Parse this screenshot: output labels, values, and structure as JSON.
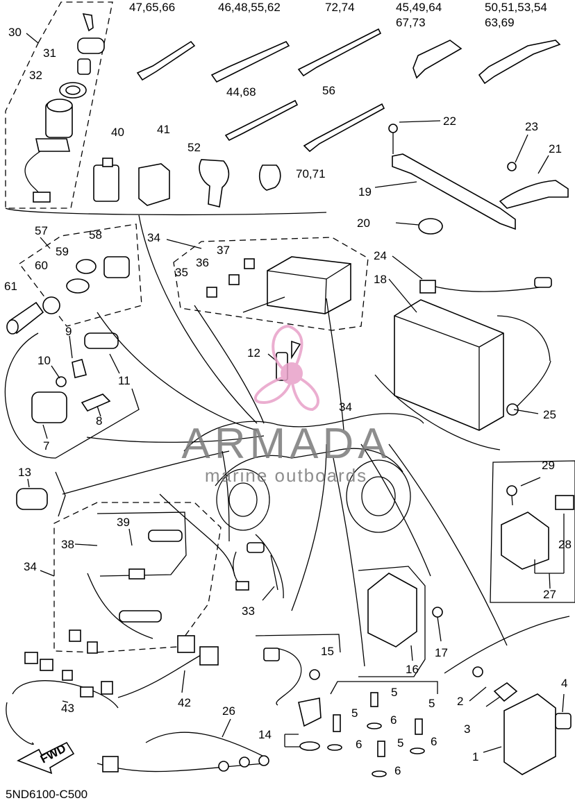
{
  "labels": {
    "tie_a": "47,65,66",
    "tie_b": "46,48,55,62",
    "tie_c": "72,74",
    "tie_d1": "45,49,64",
    "tie_d2": "67,73",
    "tie_e1": "50,51,53,54",
    "tie_e2": "63,69",
    "p30": "30",
    "p31": "31",
    "p32": "32",
    "p40": "40",
    "p41": "41",
    "p52": "52",
    "p44": "44,68",
    "p56": "56",
    "p70": "70,71",
    "p22": "22",
    "p23": "23",
    "p21": "21",
    "p19": "19",
    "p20": "20",
    "p57": "57",
    "p58": "58",
    "p59": "59",
    "p60": "60",
    "p61": "61",
    "p34a": "34",
    "p37": "37",
    "p36": "36",
    "p35": "35",
    "p24": "24",
    "p18": "18",
    "p9": "9",
    "p10": "10",
    "p11": "11",
    "p8": "8",
    "p7": "7",
    "p12": "12",
    "p34b": "34",
    "p25": "25",
    "p13": "13",
    "p29": "29",
    "p28": "28",
    "p27": "27",
    "p39": "39",
    "p38": "38",
    "p34c": "34",
    "p33": "33",
    "p16": "16",
    "p17": "17",
    "p42": "42",
    "p43": "43",
    "p26": "26",
    "p15": "15",
    "p14": "14",
    "p5a": "5",
    "p5b": "5",
    "p5c": "5",
    "p5d": "5",
    "p6a": "6",
    "p6b": "6",
    "p6c": "6",
    "p6d": "6",
    "p2": "2",
    "p3": "3",
    "p4": "4",
    "p1": "1",
    "fwd": "FWD",
    "code": "5ND6100-C500"
  },
  "watermark": {
    "title": "ARMADA",
    "subtitle": "marine outboards",
    "accent_color": "#e8a0c8"
  }
}
